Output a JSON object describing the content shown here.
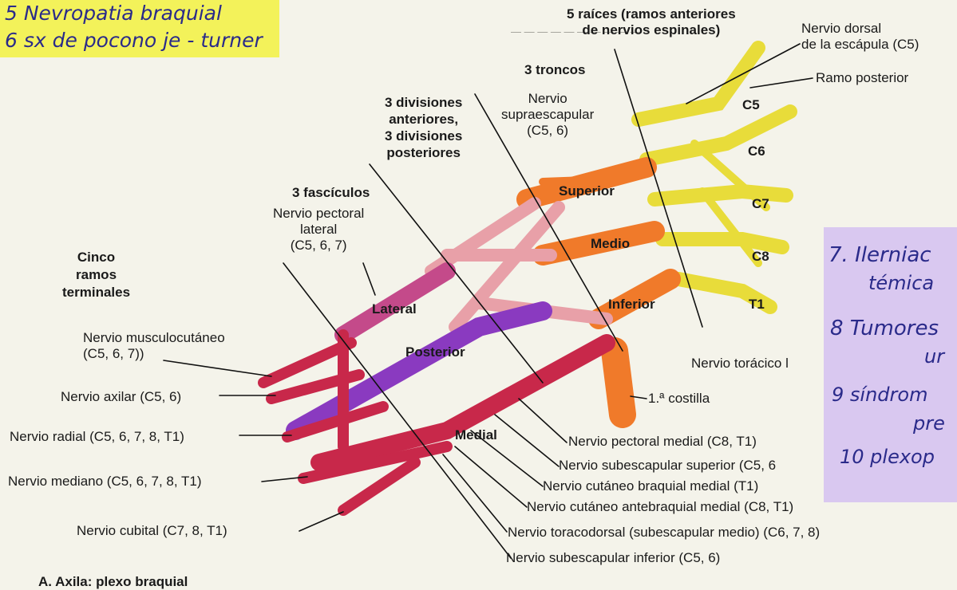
{
  "colors": {
    "yellow_note": "#f3f25a",
    "purple_note": "#d9c8f0",
    "roots": "#e8dc3a",
    "trunks": "#f07a2a",
    "lateral": "#c44a8a",
    "posterior": "#8a3ac0",
    "medial": "#c8284a",
    "page": "#f4f3ea"
  },
  "notes": {
    "yellow": {
      "line1": "5 Nevropatia braquial",
      "line2": "6 sx de pocono je - turner"
    },
    "purple": {
      "line1": "7. Ilerniac",
      "line2": "témica",
      "line3": "8 Tumores",
      "line4": "ur",
      "line5": "9 síndrom",
      "line6": "pre",
      "line7": "10 plexop"
    }
  },
  "headers": {
    "roots": [
      "5 raíces (ramos anteriores",
      "de nervios espinales)"
    ],
    "trunks": "3 troncos",
    "divisions": [
      "3 divisiones",
      "anteriores,",
      "3 divisiones",
      "posteriores"
    ],
    "fascicles": "3 fascículos",
    "terminals": [
      "Cinco",
      "ramos",
      "terminales"
    ]
  },
  "structures": {
    "superior": "Superior",
    "middle": "Medio",
    "inferior": "Inferior",
    "lateral": "Lateral",
    "posterior": "Posterior",
    "medial": "Medial",
    "c5": "C5",
    "c6": "C6",
    "c7": "C7",
    "c8": "C8",
    "t1": "T1"
  },
  "labels": {
    "dorsal_scapular": [
      "Nervio dorsal",
      "de la escápula (C5)"
    ],
    "posterior_ramus": "Ramo posterior",
    "suprascapular": [
      "Nervio",
      "supraescapular",
      "(C5, 6)"
    ],
    "lateral_pectoral": [
      "Nervio pectoral",
      "lateral",
      "(C5, 6, 7)"
    ],
    "long_thoracic": "Nervio torácico l",
    "first_rib": "1.ª costilla",
    "musculocutaneous": [
      "Nervio musculocutáneo",
      "(C5, 6, 7))"
    ],
    "axillary": "Nervio axilar (C5, 6)",
    "radial": "Nervio radial (C5, 6, 7, 8, T1)",
    "median": "Nervio mediano (C5, 6, 7, 8, T1)",
    "ulnar": "Nervio cubital (C7, 8, T1)",
    "medial_pectoral": "Nervio pectoral medial (C8, T1)",
    "upper_subscapular": "Nervio subescapular superior (C5, 6",
    "medial_brachial_cutaneous": "Nervio cutáneo braquial medial (T1)",
    "medial_antebrachial_cutaneous": "Nervio cutáneo antebraquial medial (C8, T1)",
    "thoracodorsal": "Nervio toracodorsal (subescapular medio) (C6, 7, 8)",
    "lower_subscapular": "Nervio subescapular inferior (C5, 6)",
    "caption": "A. Axila: plexo braquial"
  }
}
